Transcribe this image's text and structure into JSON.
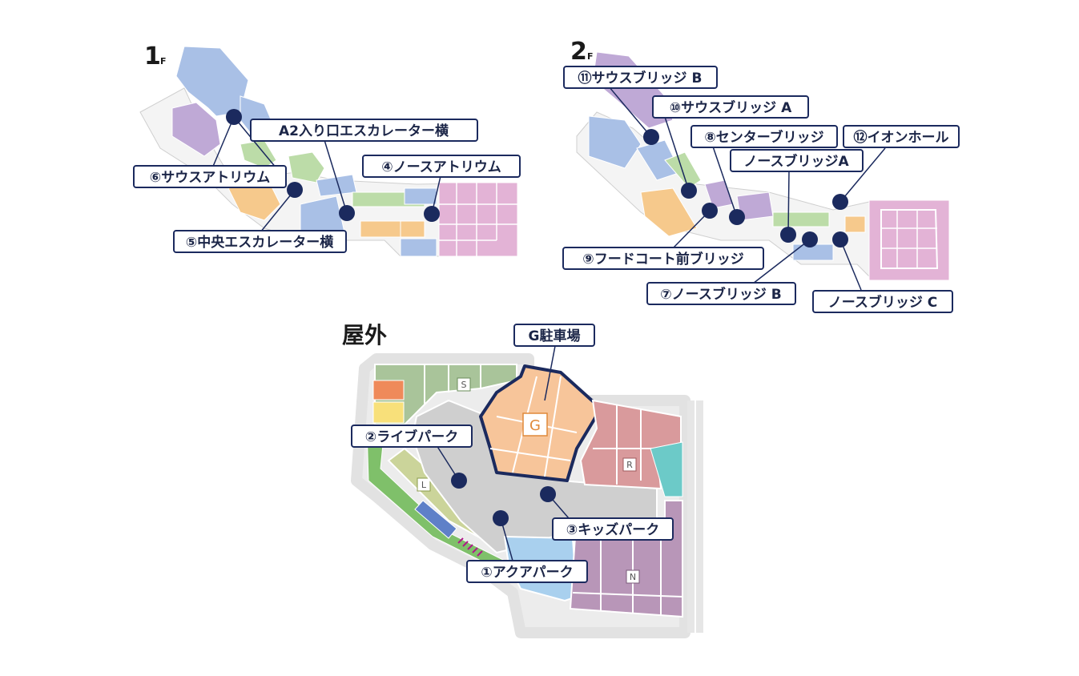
{
  "floors": {
    "f1": {
      "number": "1",
      "suffix": "F"
    },
    "f2": {
      "number": "2",
      "suffix": "F"
    },
    "outdoor": {
      "title": "屋外"
    }
  },
  "colors": {
    "marker": "#1b2a5e",
    "label_border": "#1b2a5e",
    "shop_blue": "#a9c0e6",
    "shop_purple": "#bfa9d6",
    "shop_pink": "#e3b3d6",
    "shop_green": "#bcdca8",
    "shop_orange": "#f6c98c",
    "parking_g": "#f7c59a",
    "parking_r": "#d99a9c",
    "parking_n": "#b896b8",
    "parking_s": "#a9c49a",
    "parking_l": "#cbd49a"
  },
  "labels": {
    "south_atrium": "⑥サウスアトリウム",
    "a2_escalator": "A2入り口エスカレーター横",
    "north_atrium": "④ノースアトリウム",
    "central_escalator": "⑤中央エスカレーター横",
    "south_bridge_b": "⑪サウスブリッジ B",
    "south_bridge_a": "⑩サウスブリッジ A",
    "center_bridge": "⑧センターブリッジ",
    "aeon_hall": "⑫イオンホール",
    "north_bridge_a": "ノースブリッジA",
    "foodcourt_bridge": "⑨フードコート前ブリッジ",
    "north_bridge_b": "⑦ノースブリッジ B",
    "north_bridge_c": "ノースブリッジ C",
    "g_parking": "G駐車場",
    "live_park": "②ライブパーク",
    "kids_park": "③キッズパーク",
    "aqua_park": "①アクアパーク"
  },
  "lots": {
    "g": "G",
    "s": "S",
    "r": "R",
    "l": "L",
    "n": "N"
  }
}
